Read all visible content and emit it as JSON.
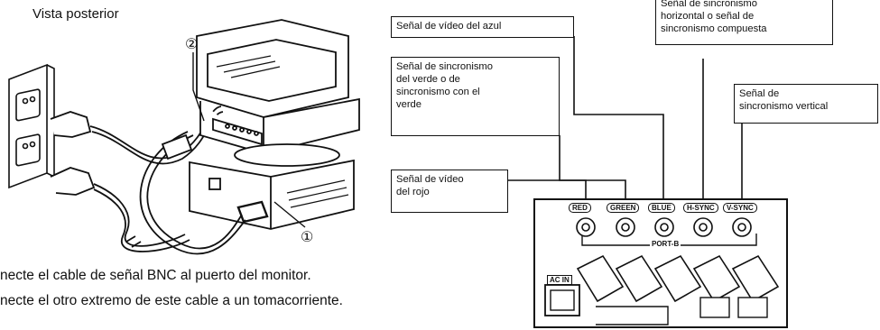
{
  "left_figure": {
    "title": "Vista posterior",
    "callout_1": "①",
    "callout_2": "②"
  },
  "instructions": {
    "line1": "necte el cable de señal BNC al puerto del monitor.",
    "line2": "necte el otro extremo de este cable a un tomacorriente."
  },
  "labels": {
    "blue": "Señal de vídeo del azul",
    "green": "Señal de sincronismo\ndel verde o de\nsincronismo con el\nverde",
    "hsync": "Señal de sincronismo\nhorizontal o señal de\nsincronismo compuesta",
    "vsync": "Señal de\nsincronismo vertical",
    "red": "Señal de vídeo\ndel rojo"
  },
  "panel": {
    "connectors": [
      "RED",
      "GREEN",
      "BLUE",
      "H-SYNC",
      "V-SYNC"
    ],
    "port": "PORT-B",
    "ac_in": "AC IN"
  }
}
